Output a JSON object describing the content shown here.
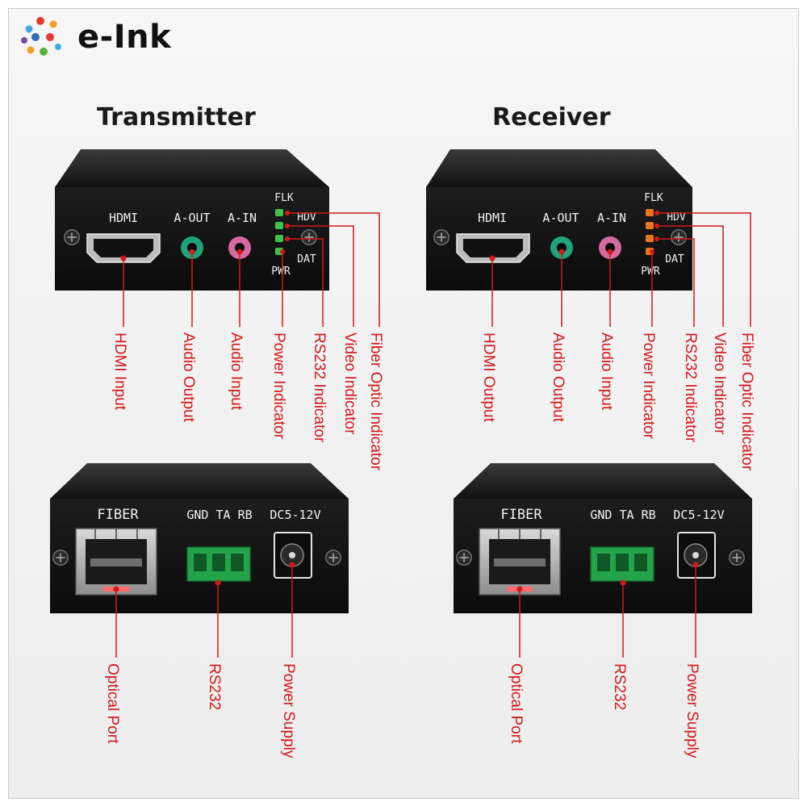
{
  "brand": {
    "name": "e-Ink"
  },
  "units": [
    {
      "title": "Transmitter",
      "front": {
        "hdmi": "HDMI",
        "aout": "A-OUT",
        "ain": "A-IN",
        "flk": "FLK",
        "hdv": "HDV",
        "dat": "DAT",
        "pwr": "PWR",
        "labels": [
          "HDMI Input",
          "Audio Output",
          "Audio Input",
          "Power Indicator",
          "RS232 Indicator",
          "Video Indicator",
          "Fiber Optic Indicator"
        ]
      },
      "rear": {
        "fiber": "FIBER",
        "terminal": "GND TA RB",
        "dc": "DC5-12V",
        "labels": [
          "Optical Port",
          "RS232",
          "Power Supply"
        ]
      }
    },
    {
      "title": "Receiver",
      "front": {
        "hdmi": "HDMI",
        "aout": "A-OUT",
        "ain": "A-IN",
        "flk": "FLK",
        "hdv": "HDV",
        "dat": "DAT",
        "pwr": "PWR",
        "labels": [
          "HDMI Output",
          "Audio Output",
          "Audio Input",
          "Power Indicator",
          "RS232 Indicator",
          "Video Indicator",
          "Fiber Optic Indicator"
        ]
      },
      "rear": {
        "fiber": "FIBER",
        "terminal": "GND TA RB",
        "dc": "DC5-12V",
        "labels": [
          "Optical Port",
          "RS232",
          "Power Supply"
        ]
      }
    }
  ],
  "colors": {
    "callout": "#d21919",
    "led_transmitter": "#3ec24a",
    "led_receiver": "#e8761e",
    "aout_jack": "#1fa37a",
    "ain_jack": "#d56aa0",
    "terminal_block": "#23a34a"
  }
}
